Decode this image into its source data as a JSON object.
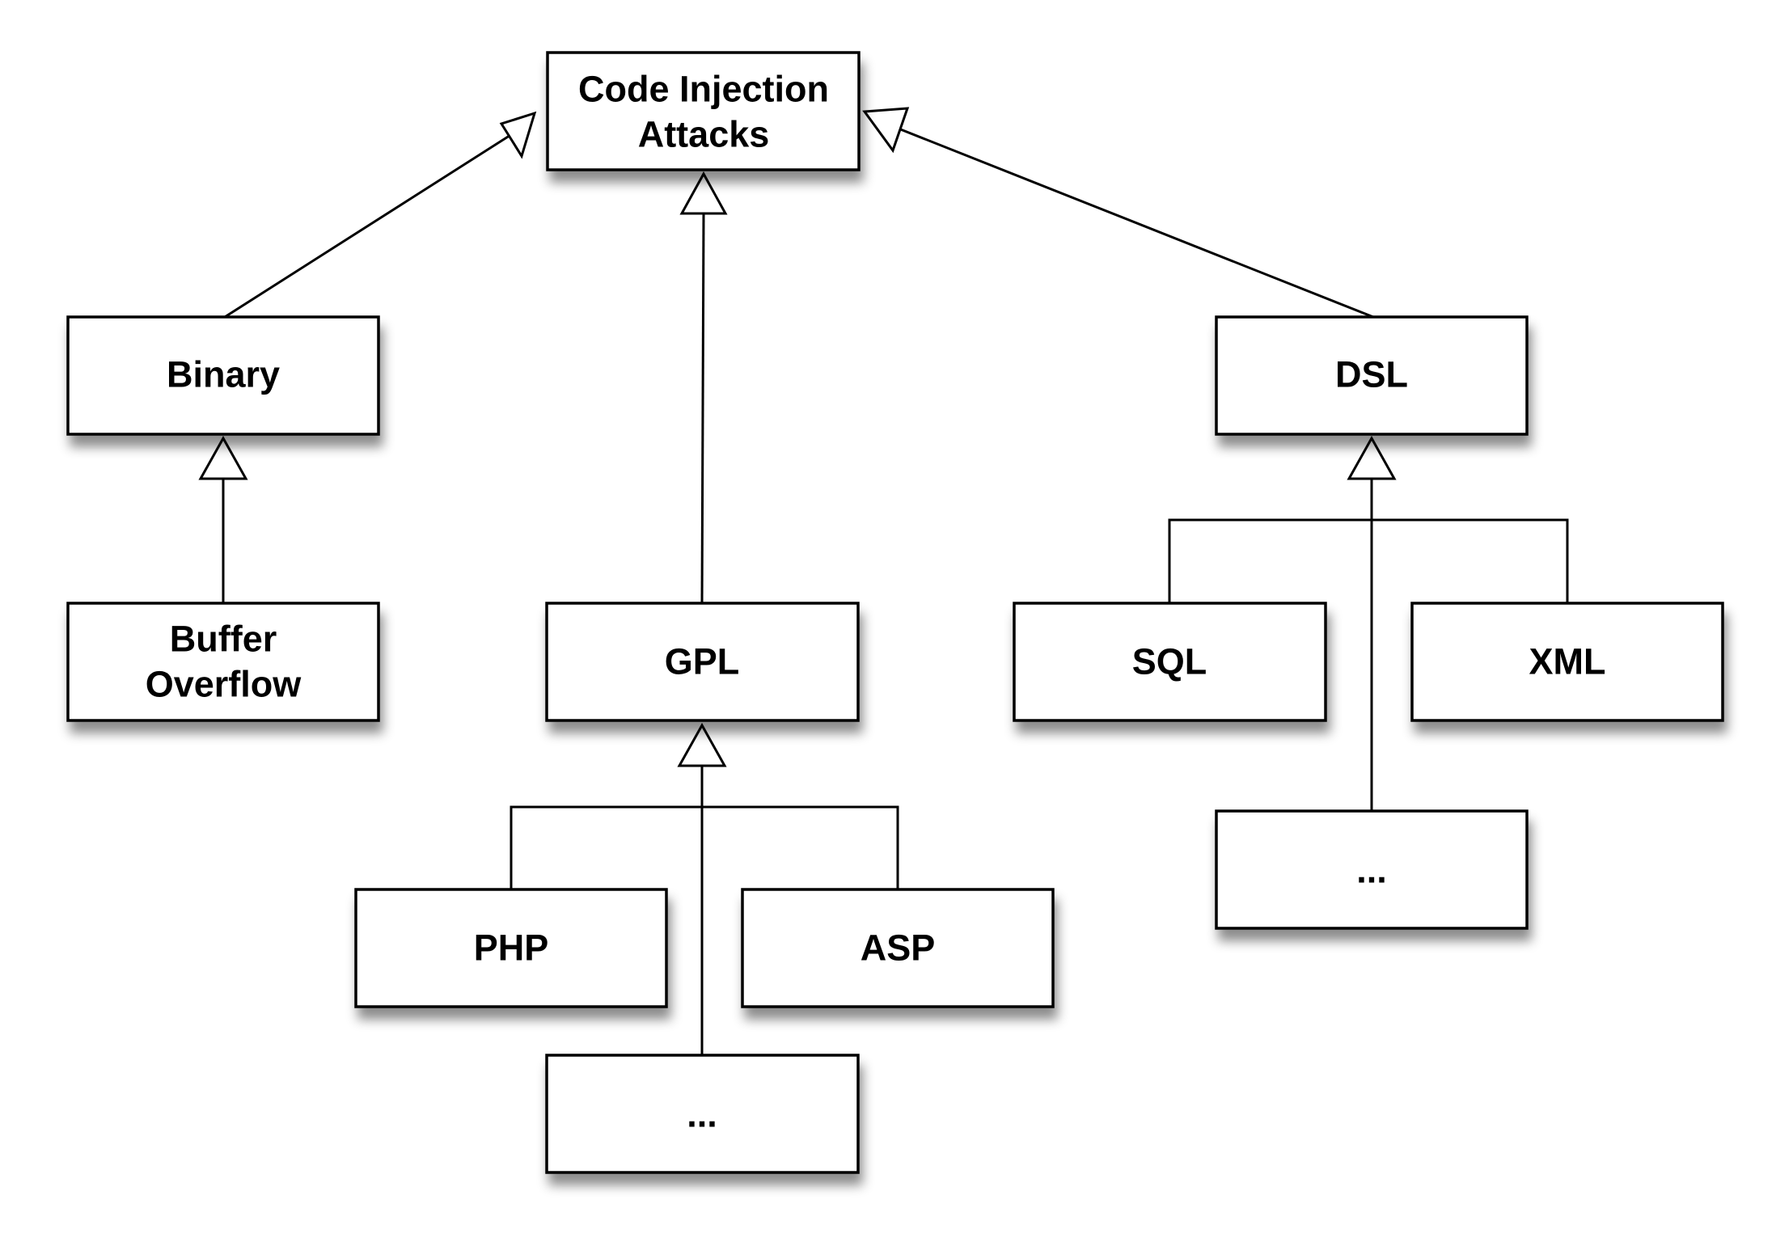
{
  "nodes": [
    {
      "id": "root",
      "lines": [
        "Code Injection",
        "Attacks"
      ]
    },
    {
      "id": "binary",
      "lines": [
        "Binary"
      ]
    },
    {
      "id": "dsl",
      "lines": [
        "DSL"
      ]
    },
    {
      "id": "buffer",
      "lines": [
        "Buffer",
        "Overflow"
      ]
    },
    {
      "id": "gpl",
      "lines": [
        "GPL"
      ]
    },
    {
      "id": "sql",
      "lines": [
        "SQL"
      ]
    },
    {
      "id": "xml",
      "lines": [
        "XML"
      ]
    },
    {
      "id": "php",
      "lines": [
        "PHP"
      ]
    },
    {
      "id": "asp",
      "lines": [
        "ASP"
      ]
    },
    {
      "id": "gplmore",
      "lines": [
        "..."
      ]
    },
    {
      "id": "dslmore",
      "lines": [
        "..."
      ]
    }
  ],
  "relations": [
    {
      "child": "binary",
      "parent": "root",
      "type": "generalization"
    },
    {
      "child": "gpl",
      "parent": "root",
      "type": "generalization"
    },
    {
      "child": "dsl",
      "parent": "root",
      "type": "generalization"
    },
    {
      "child": "buffer",
      "parent": "binary",
      "type": "generalization"
    },
    {
      "child": "php",
      "parent": "gpl",
      "type": "generalization"
    },
    {
      "child": "asp",
      "parent": "gpl",
      "type": "generalization"
    },
    {
      "child": "gplmore",
      "parent": "gpl",
      "type": "generalization"
    },
    {
      "child": "sql",
      "parent": "dsl",
      "type": "generalization"
    },
    {
      "child": "xml",
      "parent": "dsl",
      "type": "generalization"
    },
    {
      "child": "dslmore",
      "parent": "dsl",
      "type": "generalization"
    }
  ]
}
